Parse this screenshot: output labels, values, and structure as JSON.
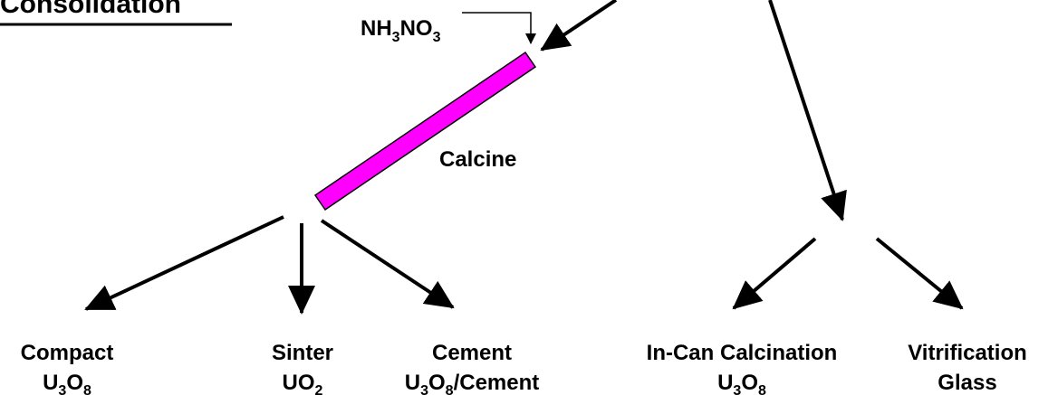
{
  "title": "Consolidation",
  "reagent": {
    "main": "NH",
    "sub1": "3",
    "mid": "NO",
    "sub2": "3"
  },
  "calcine_label": "Calcine",
  "products": {
    "compact": {
      "line1": "Compact",
      "l2a": "U",
      "l2b": "3",
      "l2c": "O",
      "l2d": "8",
      "l2e": ""
    },
    "sinter": {
      "line1": "Sinter",
      "l2a": "UO",
      "l2b": "2",
      "l2c": "",
      "l2d": "",
      "l2e": ""
    },
    "cement": {
      "line1": "Cement",
      "l2a": "U",
      "l2b": "3",
      "l2c": "O",
      "l2d": "8",
      "l2e": "/Cement"
    },
    "incan": {
      "line1": "In-Can Calcination",
      "l2a": "U",
      "l2b": "3",
      "l2c": "O",
      "l2d": "8",
      "l2e": ""
    },
    "vitrification": {
      "line1": "Vitrification",
      "l2": "Glass"
    }
  },
  "colors": {
    "calcine_bar": "#ff00ff",
    "ink": "#000000"
  }
}
